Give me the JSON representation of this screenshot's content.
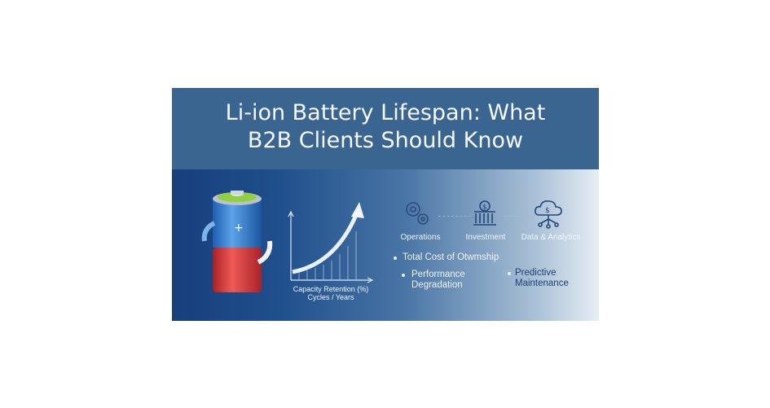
{
  "title": "Li-ion Battery Lifespan: What B2B Clients Should Know",
  "chart": {
    "ylabel": "Capacity Retention (%)",
    "xlabel": "Cycles / Years"
  },
  "icons": [
    {
      "name": "gears-icon",
      "label": "Operations"
    },
    {
      "name": "bank-icon",
      "label": "Investment"
    },
    {
      "name": "cloud-dollar-icon",
      "label": "Data & Analytics"
    }
  ],
  "bullets": [
    "Total Cost of Otwmship",
    "Performance Degradation",
    "Predictive Maintenance"
  ],
  "colors": {
    "title_band": "#3b6591",
    "battery_blue": "#2f7bd0",
    "battery_red": "#d8383a",
    "battery_top": "#8fd13f"
  }
}
